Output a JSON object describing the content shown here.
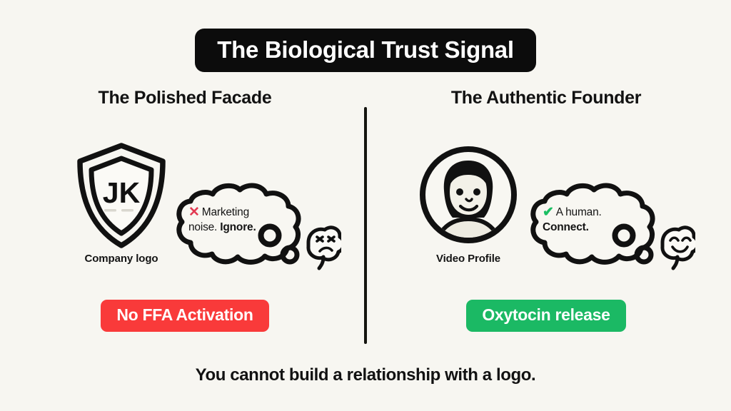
{
  "title": "The Biological Trust Signal",
  "divider": {
    "name": "vertical-divider"
  },
  "columns": [
    {
      "id": "polished-facade",
      "heading": "The Polished Facade",
      "figure": {
        "icon": "shield-logo-icon",
        "monogram": "JK",
        "caption": "Company logo"
      },
      "bubble": {
        "mark": "✕",
        "mark_icon": "cross-mark-icon",
        "mark_color": "#E23A52",
        "line1": "Marketing",
        "line2_plain": "noise.",
        "line2_strong": "Ignore."
      },
      "brain": {
        "icon": "brain-frowning-icon",
        "mood": "negative"
      },
      "badge": {
        "label": "No FFA Activation",
        "color": "#F93A3A"
      }
    },
    {
      "id": "authentic-founder",
      "heading": "The Authentic Founder",
      "figure": {
        "icon": "video-profile-avatar-icon",
        "monogram": "",
        "caption": "Video Profile"
      },
      "bubble": {
        "mark": "✔",
        "mark_icon": "check-mark-icon",
        "mark_color": "#1BBF63",
        "line1": "A human.",
        "line2_plain": "",
        "line2_strong": "Connect."
      },
      "brain": {
        "icon": "brain-smiling-icon",
        "mood": "positive"
      },
      "badge": {
        "label": "Oxytocin release",
        "color": "#1BB964"
      }
    }
  ],
  "footer": "You cannot build a relationship with a logo.",
  "theme": {
    "background": "#F7F6F1",
    "ink": "#111111",
    "title_pill_bg": "#0C0C0C",
    "title_pill_fg": "#FFFFFF"
  }
}
